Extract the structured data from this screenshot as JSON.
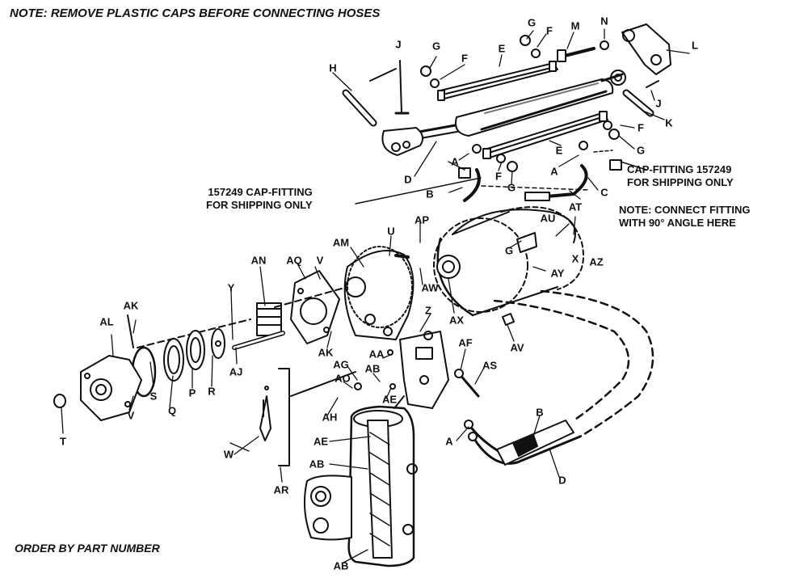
{
  "notes": {
    "top": "NOTE: REMOVE PLASTIC CAPS BEFORE CONNECTING HOSES",
    "bottom": "ORDER BY PART NUMBER"
  },
  "callouts": {
    "cap_right_1": "CAP-FITTING 157249",
    "cap_right_2": "FOR SHIPPING ONLY",
    "cap_left_1": "157249 CAP-FITTING",
    "cap_left_2": "FOR SHIPPING ONLY",
    "connect_1": "NOTE: CONNECT FITTING",
    "connect_2": "WITH 90° ANGLE HERE"
  },
  "part_labels": [
    "H",
    "J",
    "G",
    "F",
    "E",
    "G",
    "F",
    "M",
    "N",
    "L",
    "J",
    "K",
    "F",
    "G",
    "E",
    "D",
    "A",
    "B",
    "F",
    "G",
    "A",
    "C",
    "AP",
    "AU",
    "AT",
    "G",
    "X",
    "AZ",
    "U",
    "AY",
    "AM",
    "AQ",
    "AN",
    "V",
    "Y",
    "AW",
    "AX",
    "Z",
    "AV",
    "AK",
    "AL",
    "AK",
    "AA",
    "AF",
    "AS",
    "AG",
    "AB",
    "AE",
    "AO",
    "AH",
    "AJ",
    "R",
    "P",
    "Q",
    "S",
    "V",
    "T",
    "W",
    "AE",
    "AB",
    "AR",
    "AB",
    "B",
    "A",
    "D"
  ]
}
